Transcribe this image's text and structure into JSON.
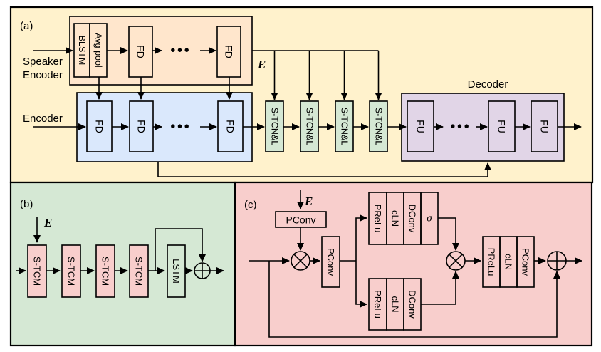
{
  "colors": {
    "panel_a": "#FFF2CC",
    "panel_b": "#D5E8D4",
    "panel_c": "#F8CECC",
    "speaker_encoder": "#FFE6CC",
    "encoder": "#DAE8FC",
    "decoder": "#E1D5E7",
    "stcnl": "#D5E8D4",
    "stcm": "#F8CECC"
  },
  "panel_a": {
    "label": "(a)",
    "speaker_caption_line1": "Speaker",
    "speaker_caption_line2": "Encoder",
    "encoder_caption": "Encoder",
    "decoder_caption": "Decoder",
    "embedding_label": "E",
    "dots": "•••",
    "blocks": {
      "blstm": "BLSTM",
      "avg_pool": "Avg pool",
      "fd": "FD",
      "stcnl": "S-TCN&L",
      "fu": "FU"
    }
  },
  "panel_b": {
    "label": "(b)",
    "embedding_label": "E",
    "blocks": {
      "stcm": "S-TCM",
      "lstm": "LSTM"
    }
  },
  "panel_c": {
    "label": "(c)",
    "embedding_label": "E",
    "blocks": {
      "pconv": "PConv",
      "prelu": "PReLu",
      "cln": "cLN",
      "dconv": "DConv",
      "sigma": "σ"
    }
  }
}
